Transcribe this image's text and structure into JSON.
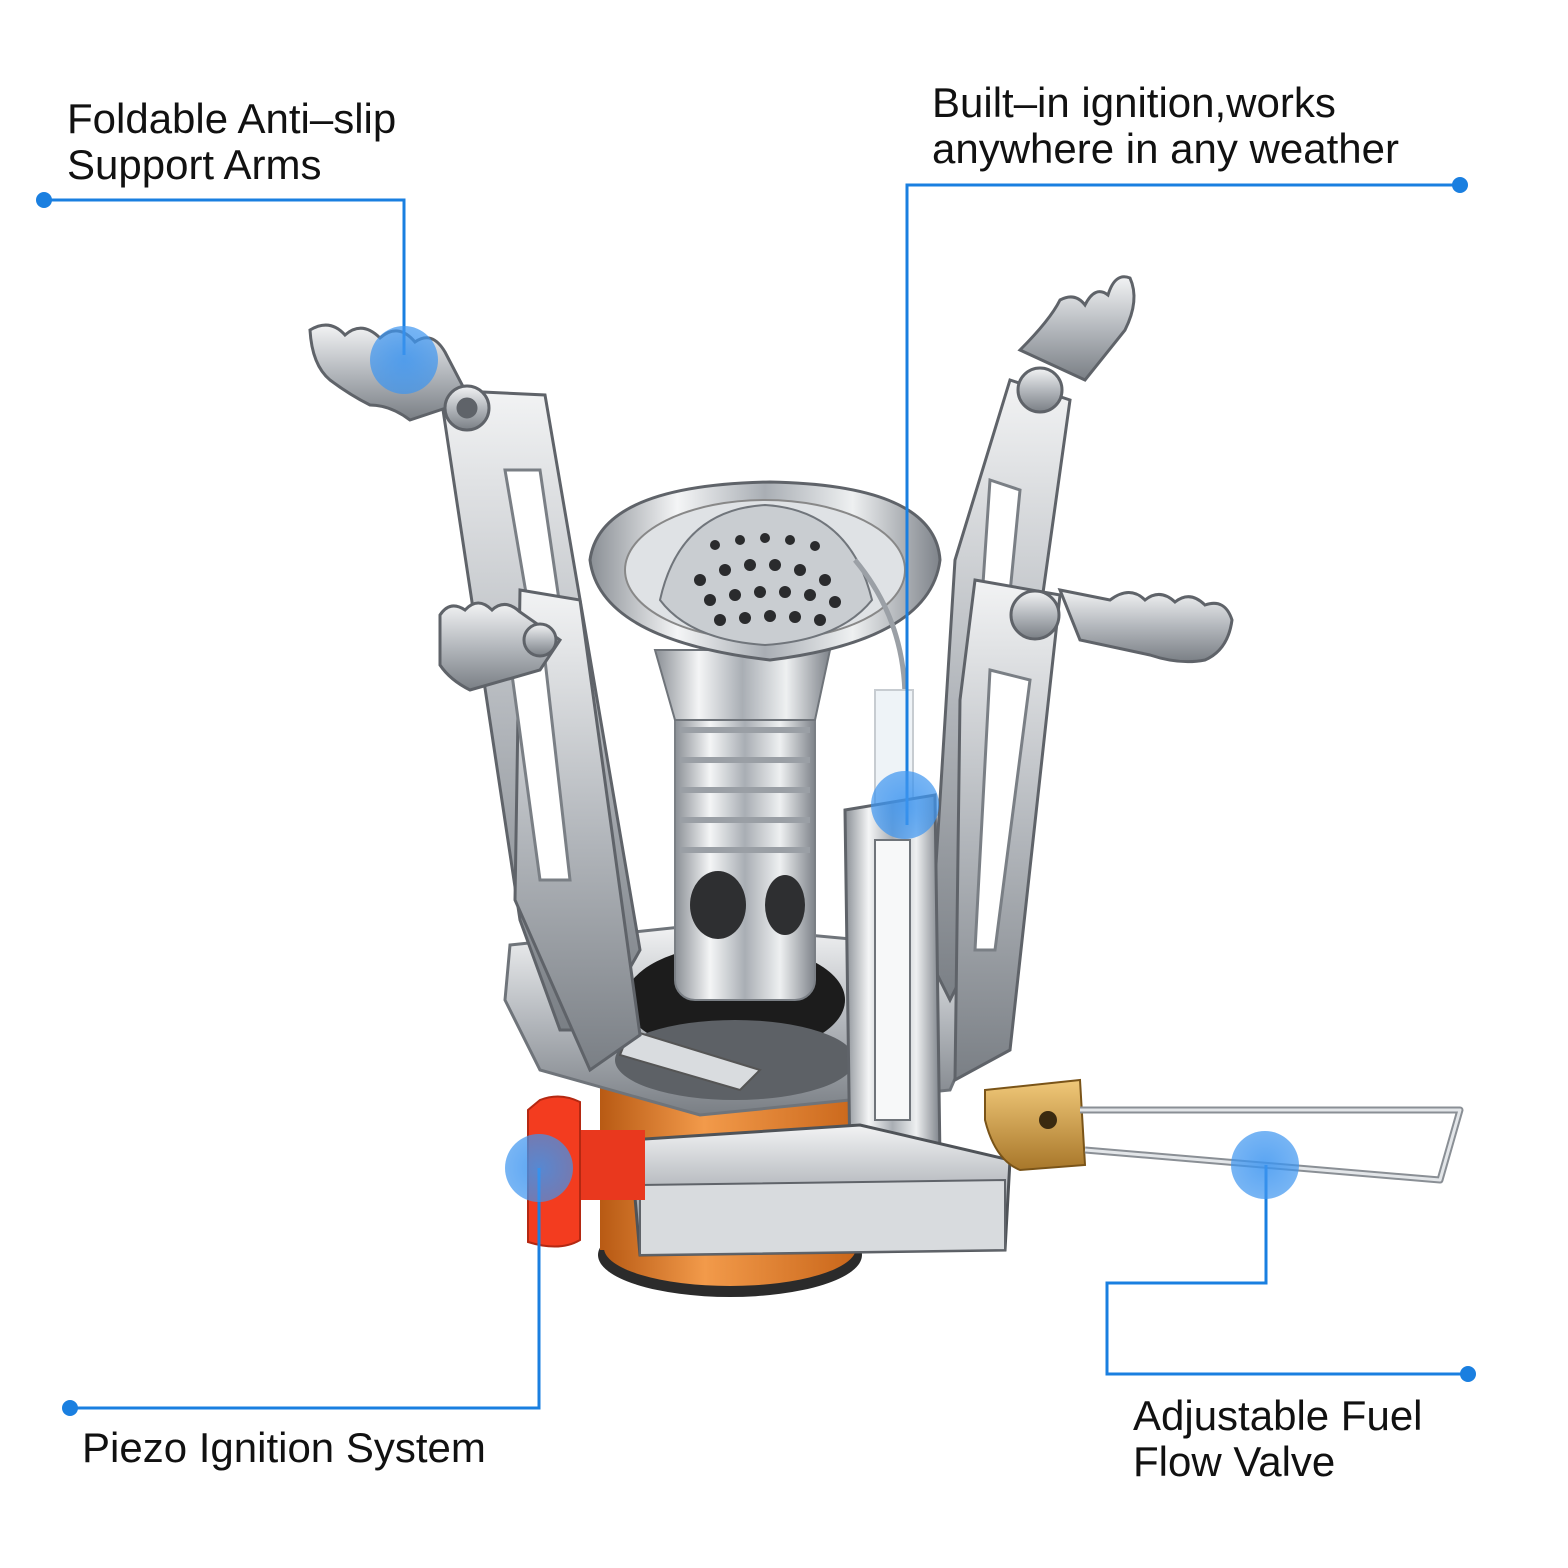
{
  "colors": {
    "callout": "#1a7fe0",
    "callout_dot": "#2f8ff0",
    "steel_light": "#e8eaec",
    "steel_mid": "#b9bdc2",
    "steel_dark": "#6f747a",
    "orange": "#e2761f",
    "red_knob": "#f03a1f",
    "brass": "#c8973c"
  },
  "callouts": {
    "arms": {
      "line1": "Foldable Anti–slip",
      "line2": "Support Arms"
    },
    "ignition": {
      "line1": "Built–in ignition,works",
      "line2": "anywhere in any weather"
    },
    "piezo": {
      "line1": "Piezo Ignition System"
    },
    "valve": {
      "line1": "Adjustable Fuel",
      "line2": "Flow Valve"
    }
  },
  "product": {
    "name": "stove-icon"
  }
}
